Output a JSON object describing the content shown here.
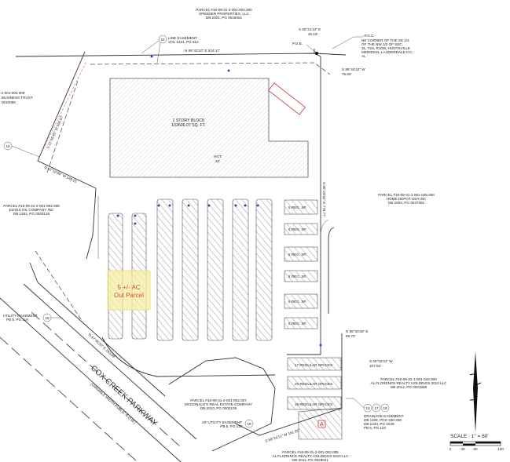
{
  "parcels": {
    "north": [
      "PARCEL #16-09-31-2-001-002.000",
      "SPEEDER PROPERTIES, LLC",
      "DB 2001, PG 0018451"
    ],
    "northwest": [
      "-2-001-002.009",
      "BUSINESS TRUST",
      "0010085"
    ],
    "west": [
      "PARCEL #16-09-31-2-001-002.008",
      "ESTES OIL COMPANY INC",
      "DB 1261, PG 0000126"
    ],
    "east": [
      "PARCEL #16-09-31-1-001-035.000",
      "HOME DEPOT USA INC",
      "DB 2004, PG 0037381"
    ],
    "southeast": [
      "PARCEL #16-09-31-1-001-044.000",
      "AL FLORENCE REALTY HOLDINGS 2010 LLC",
      "DB 2012, PG 0001588"
    ],
    "south_mcd": [
      "PARCEL #16-09-31-2-001-002.007",
      "MCDONALD'S REAL ESTATE COMPANY",
      "DB 2010, PG 0002108"
    ],
    "south": [
      "PARCEL #16-09-31-2-001-002.005",
      "AL FLORENCE REALTY HOLDINGS 2010 LLC",
      "DB 2011, PG 0029041"
    ]
  },
  "poc": [
    "-P.O.C.-",
    "NE CORNER OF THE SE 1/4",
    "OF THE NW 1/2 OF SEC.",
    "31, T2S, R10W, HUNTSVILLE",
    "MERIDIAN, LAUDERDALE CO.,",
    "AL"
  ],
  "pob": "P.O.B.",
  "bearings": {
    "north_line": "N 89°43'10\" E 518.17'",
    "ne1": [
      "S 00°21'14\" E",
      "20.18'"
    ],
    "ne2": [
      "S 89°44'42\" W",
      "75.60'"
    ],
    "east_line": "S 00°29'32\" E 778.77'",
    "west_line": "N 62°10'50\" W 149.91'",
    "nw_line": "S 21°35'45\" W 560.67'",
    "se1": [
      "N 89°30'28\" E",
      "89.70'"
    ],
    "se2": [
      "S 00°02'31\" W",
      "107.53'"
    ],
    "south_line": "S 69°24'11\" W 161.81'",
    "pkwy_line": "N 47°45'20\" E 263.66'"
  },
  "easements": {
    "line": [
      "22",
      "LINE EASEMENT",
      "VOL 1231, PG 812"
    ],
    "utility_west": [
      "19",
      "UTILITY EASEMENT",
      "PB 5, PG 119"
    ],
    "utility_south": [
      "19",
      "20' UTILITY EASEMENT",
      "PB 5, PG 119"
    ],
    "west_callout": "16",
    "drainage": [
      "10",
      "17",
      "19",
      "DRAINAGE EASEMENT",
      "DB 1199, PGS 330-336",
      "DB 1234, PG 1049",
      "PB 5, PG 119"
    ]
  },
  "building": [
    "1 STORY BLOCK",
    "103606.07 SQ. FT."
  ],
  "building_height": [
    "HGT:",
    "34'"
  ],
  "out_parcel": [
    "5 +/- AC",
    "Out Parcel"
  ],
  "out_parcel_color": "#f5eea0",
  "road": [
    "COX CREEK PARKWAY",
    "(VARIABLE WIDTH PUBLIC R.O.W.)"
  ],
  "parking_labels": [
    "17 REGULAR SPACES",
    "20 REGULAR SPACES",
    "19 REGULAR SPACES"
  ],
  "bay_labels": [
    "5 REG. SP.",
    "5 REG. SP.",
    "5 REG. SP.",
    "5 REG. SP.",
    "5 REG. SP.",
    "5 REG. SP."
  ],
  "marker_a": "A",
  "scale": {
    "label": "SCALE : 1\" = 60'",
    "ticks": [
      "0",
      "30",
      "60",
      "120"
    ]
  }
}
